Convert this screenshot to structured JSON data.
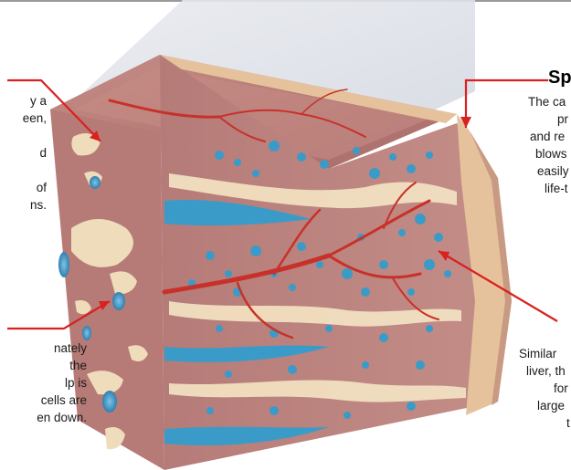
{
  "colors": {
    "leader": "#d9211f",
    "capsule": "#e7c49f",
    "tissue": "#b97a77",
    "white_pulp": "#f4e4c4",
    "vessel_red": "#c8312a",
    "vessel_blue": "#3a9bc9",
    "shadow": "#dcdfe6"
  },
  "left_top_label": {
    "lines": [
      "y a",
      "een,",
      "",
      "d",
      "",
      "of",
      "ns."
    ]
  },
  "left_bottom_label": {
    "lines": [
      "nately",
      "the",
      "lp is",
      "cells are",
      "en down."
    ]
  },
  "right_top_label": {
    "heading": "Sp",
    "lines": [
      "The ca",
      "pr",
      "and re",
      "blows",
      "easily",
      "life-t"
    ]
  },
  "right_bottom_label": {
    "lines": [
      "Similar",
      "liver, th",
      "for",
      "large",
      "t"
    ]
  }
}
